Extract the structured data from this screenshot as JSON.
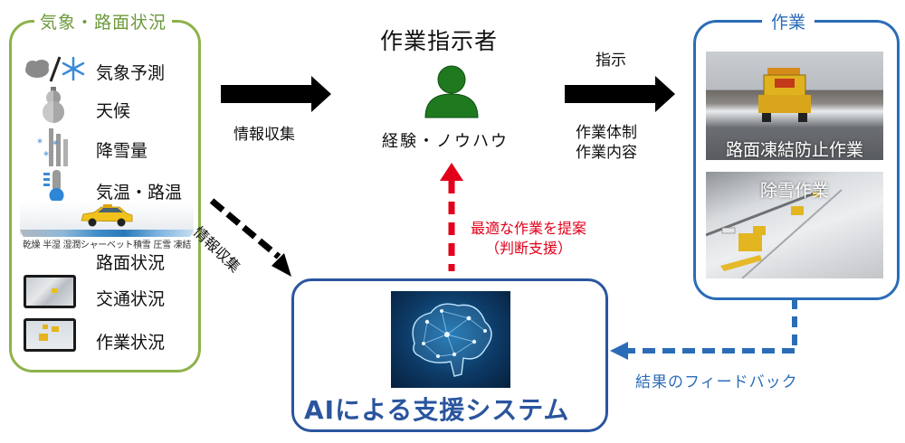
{
  "left_panel": {
    "title": "気象・路面状況",
    "items": [
      {
        "label": "気象予測",
        "icon": "cloud-snowflake-icon"
      },
      {
        "label": "天候",
        "icon": "snowman-icon"
      },
      {
        "label": "降雪量",
        "icon": "snowfall-gauge-icon"
      },
      {
        "label": "気温・路温",
        "icon": "thermometer-icon"
      },
      {
        "label": "路面状況",
        "icon": "road-surface-car-icon"
      },
      {
        "label": "交通状況",
        "icon": "traffic-camera-thumbnail"
      },
      {
        "label": "作業状況",
        "icon": "work-camera-thumbnail"
      }
    ],
    "road_conditions": "乾燥 半湿 湿潤シャーベット積雪 圧雪 凍結"
  },
  "arrows": {
    "info_collect_top": "情報収集",
    "info_collect_diag": "情報収集",
    "instruction": "指示",
    "instruction_details": [
      "作業体制",
      "作業内容"
    ],
    "proposal": [
      "最適な作業を提案",
      "（判断支援）"
    ],
    "feedback": "結果のフィードバック"
  },
  "center": {
    "title": "作業指示者",
    "subtitle": "経験・ノウハウ"
  },
  "ai_box": {
    "title": "AIによる支援システム"
  },
  "right_panel": {
    "title": "作業",
    "photos": [
      {
        "caption": "路面凍結防止作業"
      },
      {
        "caption": "除雪作業"
      }
    ]
  },
  "colors": {
    "green": "#8db24b",
    "blue_dark": "#2a559e",
    "blue": "#2b6cb8",
    "red": "#e2001a",
    "person": "#1f7a1f"
  }
}
